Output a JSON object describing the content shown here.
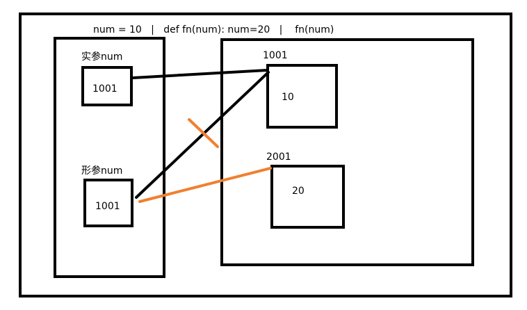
{
  "header": {
    "text": "num = 10   |   def fn(num): num=20   |    fn(num)"
  },
  "stack": {
    "actual_param": {
      "label": "实参num",
      "value": "1001"
    },
    "formal_param": {
      "label": "形参num",
      "value": "1001"
    }
  },
  "heap": {
    "obj1": {
      "address": "1001",
      "value": "10"
    },
    "obj2": {
      "address": "2001",
      "value": "20"
    }
  },
  "colors": {
    "outline": "#000000",
    "reassigned_reference": "#f08030",
    "background": "#ffffff"
  }
}
